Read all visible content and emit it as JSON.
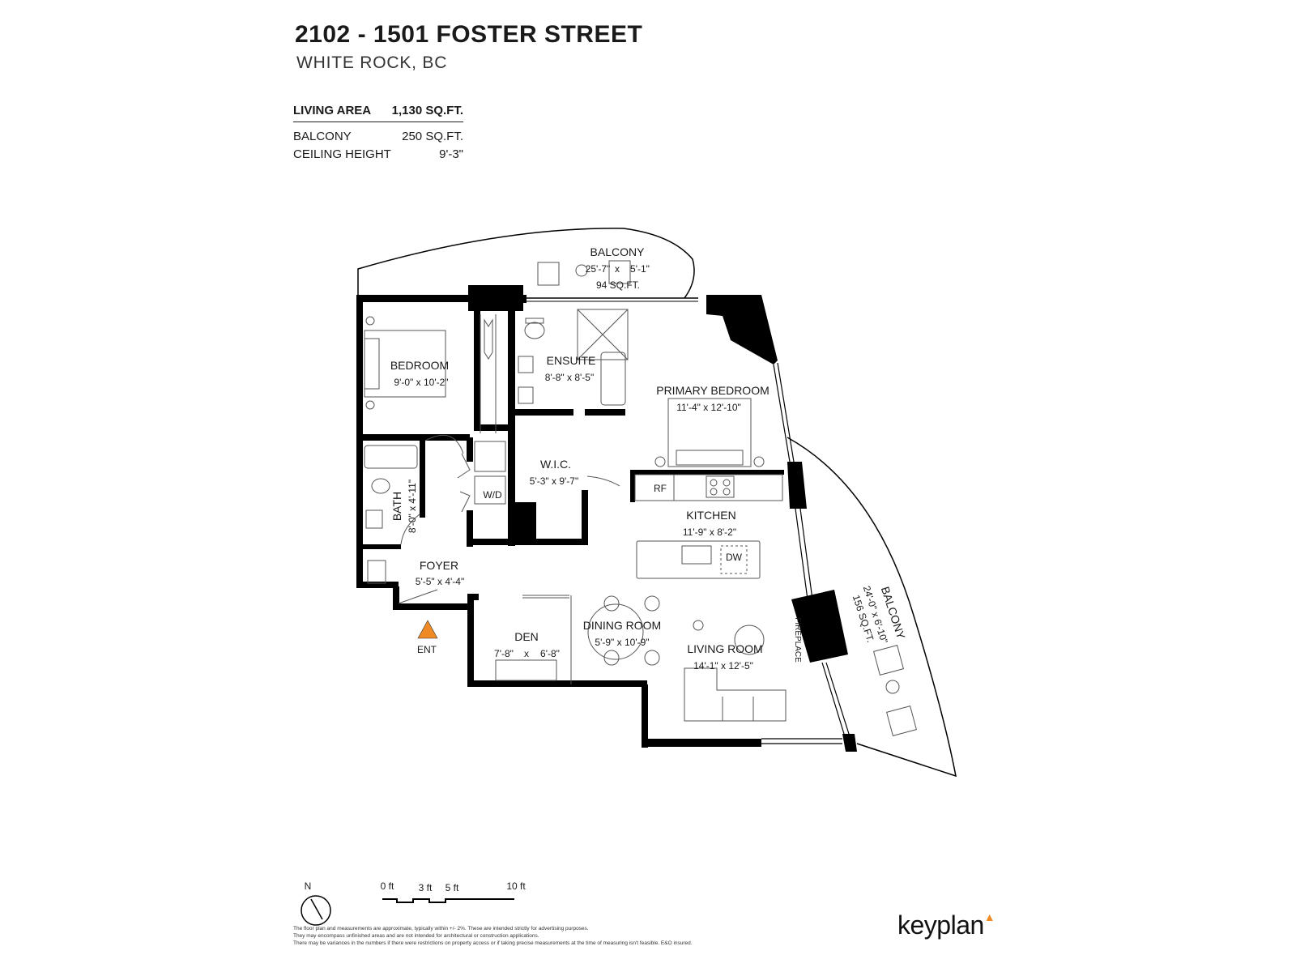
{
  "header": {
    "title": "2102 - 1501 FOSTER STREET",
    "subtitle": "WHITE ROCK, BC"
  },
  "stats": {
    "living_area": {
      "label": "LIVING AREA",
      "value": "1,130 SQ.FT."
    },
    "balcony": {
      "label": "BALCONY",
      "value": "250 SQ.FT."
    },
    "ceiling": {
      "label": "CEILING HEIGHT",
      "value": "9'-3\""
    }
  },
  "rooms": {
    "balcony_top": {
      "name": "BALCONY",
      "w": "25'-7\"",
      "x": "x",
      "h": "5'-1\"",
      "area": "94 SQ.FT."
    },
    "bedroom": {
      "name": "BEDROOM",
      "dims": "9'-0\"  x  10'-2\""
    },
    "ensuite": {
      "name": "ENSUITE",
      "dims": "8'-8\"  x  8'-5\""
    },
    "primary": {
      "name": "PRIMARY BEDROOM",
      "dims": "11'-4\"  x  12'-10\""
    },
    "wic": {
      "name": "W.I.C.",
      "dims": "5'-3\"  x  9'-7\""
    },
    "bath": {
      "name": "BATH",
      "dims": "8'-0\"  x  4'-11\""
    },
    "foyer": {
      "name": "FOYER",
      "dims": "5'-5\"  x  4'-4\""
    },
    "kitchen": {
      "name": "KITCHEN",
      "dims": "11'-9\"  x  8'-2\""
    },
    "den": {
      "name": "DEN",
      "w": "7'-8\"",
      "x": "x",
      "h": "6'-8\""
    },
    "dining": {
      "name": "DINING ROOM",
      "dims": "5'-9\"  x  10'-9\""
    },
    "living": {
      "name": "LIVING ROOM",
      "dims": "14'-1\"  x  12'-5\""
    },
    "balcony_side": {
      "name": "BALCONY",
      "dims": "24'-0\"  x  6'-10\"",
      "area": "156 SQ.FT."
    }
  },
  "fixtures": {
    "wd": "W/D",
    "rf": "RF",
    "dw": "DW",
    "fireplace": "FIREPLACE",
    "entrance": "ENT"
  },
  "legend": {
    "north": "N",
    "scale_labels": [
      "0 ft",
      "3 ft",
      "5 ft",
      "10 ft"
    ]
  },
  "disclaimer": [
    "The floor plan and measurements are approximate, typically within +/- 2%. These are intended strictly for advertising purposes.",
    "They may encompass unfinished areas and are not intended for architectural or construction applications.",
    "There may be variances in the numbers if there were restrictions on property access or if taking precise measurements at the time of measuring isn't feasible. E&O insured."
  ],
  "brand": {
    "logo_text": "keyplan",
    "accent": "#f08a24"
  }
}
